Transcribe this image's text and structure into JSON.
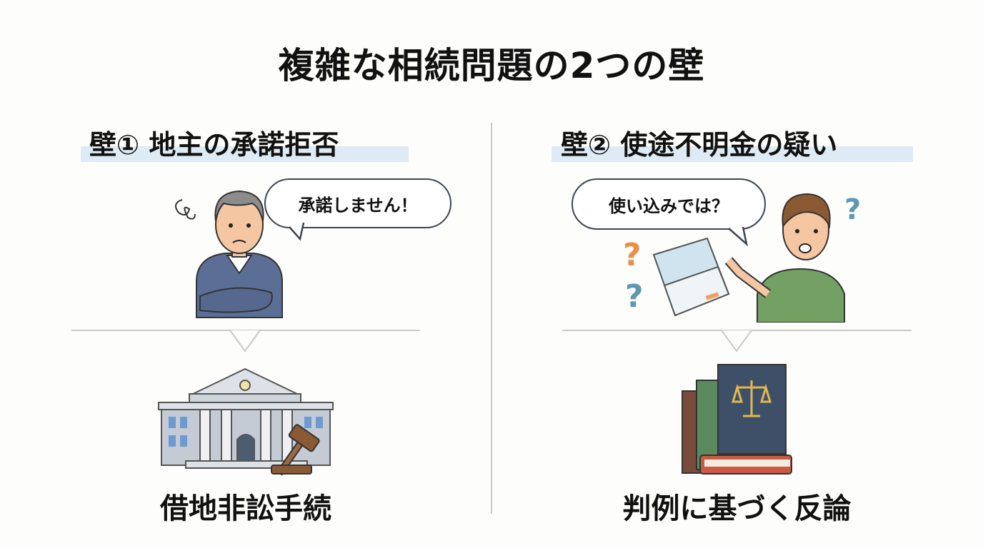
{
  "title": "複雑な相続問題の2つの壁",
  "left": {
    "heading": "壁① 地主の承諾拒否",
    "speech": "承諾しません！",
    "result": "借地非訟手続",
    "illustration": "worried-landlord-arms-crossed",
    "result_icon": "courthouse-with-gavel"
  },
  "right": {
    "heading": "壁② 使途不明金の疑い",
    "speech": "使い込みでは？",
    "result": "判例に基づく反論",
    "illustration": "angry-man-pointing-at-bankbook",
    "result_icon": "law-books-with-scales"
  },
  "colors": {
    "highlight": "#deebf4",
    "divider": "#c9c9c9",
    "jacket_blue": "#5b6f96",
    "sweater_green": "#73a063",
    "book_navy": "#3e5068"
  }
}
